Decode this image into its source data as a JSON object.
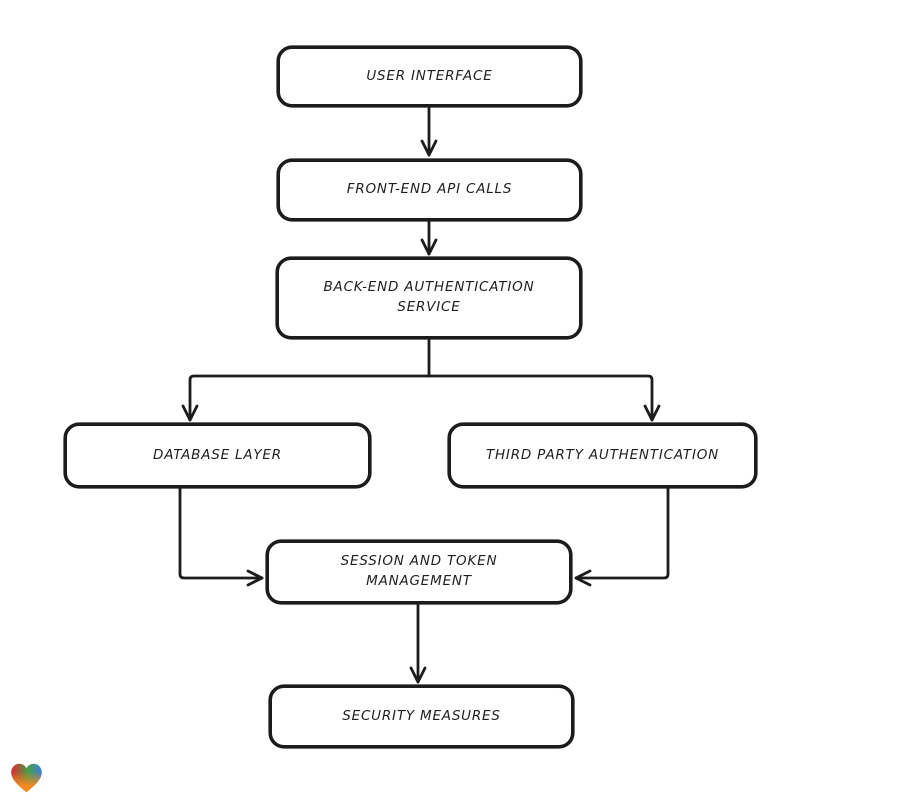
{
  "diagram": {
    "title": "authentication flow diagram",
    "background_color": "#ffffff",
    "stroke_color": "#1c1c1c",
    "node_fill_color": "#ffffff"
  },
  "nodes": [
    {
      "id": "user-interface",
      "label": "USER INTERFACE"
    },
    {
      "id": "front-end-api-calls",
      "label": "FRONT-END API CALLS"
    },
    {
      "id": "back-end-authentication-service",
      "label": "BACK-END AUTHENTICATION\nSERVICE"
    },
    {
      "id": "database-layer",
      "label": "DATABASE LAYER"
    },
    {
      "id": "third-party-authentication",
      "label": "THIRD PARTY AUTHENTICATION"
    },
    {
      "id": "session-and-token-management",
      "label": "SESSION AND TOKEN\nMANAGEMENT"
    },
    {
      "id": "security-measures",
      "label": "SECURITY MEASURES"
    }
  ],
  "edges": [
    {
      "from": "user-interface",
      "to": "front-end-api-calls"
    },
    {
      "from": "front-end-api-calls",
      "to": "back-end-authentication-service"
    },
    {
      "from": "back-end-authentication-service",
      "to": "database-layer"
    },
    {
      "from": "back-end-authentication-service",
      "to": "third-party-authentication"
    },
    {
      "from": "database-layer",
      "to": "session-and-token-management"
    },
    {
      "from": "third-party-authentication",
      "to": "session-and-token-management"
    },
    {
      "from": "session-and-token-management",
      "to": "security-measures"
    }
  ],
  "logo": {
    "name": "gradient-heart-watermark",
    "colors": {
      "top_left": "#e8262d",
      "middle": "#43a047",
      "top_right": "#3f7de0",
      "bottom": "#f5891e"
    }
  }
}
